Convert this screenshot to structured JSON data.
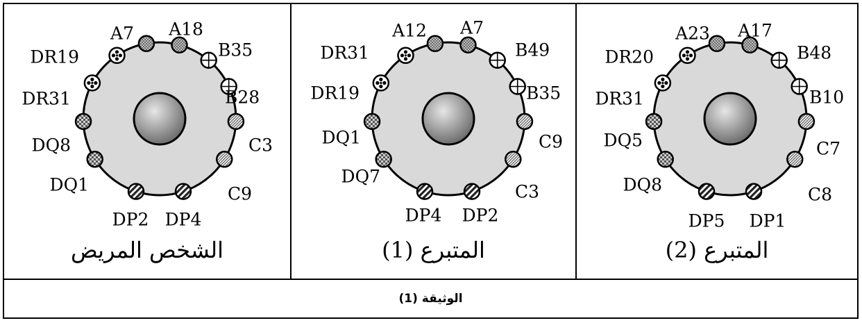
{
  "panels": [
    {
      "caption": "الشخص المريض",
      "markers": [
        {
          "label": "A7",
          "pattern": "dots"
        },
        {
          "label": "A18",
          "pattern": "dots"
        },
        {
          "label": "B35",
          "pattern": "grid"
        },
        {
          "label": "B28",
          "pattern": "grid"
        },
        {
          "label": "C3",
          "pattern": "cross"
        },
        {
          "label": "C9",
          "pattern": "cross"
        },
        {
          "label": "DP4",
          "pattern": "stripes"
        },
        {
          "label": "DP2",
          "pattern": "stripes"
        },
        {
          "label": "DQ1",
          "pattern": "checker"
        },
        {
          "label": "DQ8",
          "pattern": "checker"
        },
        {
          "label": "DR31",
          "pattern": "diamond"
        },
        {
          "label": "DR19",
          "pattern": "diamond"
        }
      ]
    },
    {
      "caption": "المتبرع (1)",
      "markers": [
        {
          "label": "A12",
          "pattern": "dots"
        },
        {
          "label": "A7",
          "pattern": "dots"
        },
        {
          "label": "B49",
          "pattern": "grid"
        },
        {
          "label": "B35",
          "pattern": "grid"
        },
        {
          "label": "C9",
          "pattern": "cross"
        },
        {
          "label": "C3",
          "pattern": "cross"
        },
        {
          "label": "DP2",
          "pattern": "stripes"
        },
        {
          "label": "DP4",
          "pattern": "stripes"
        },
        {
          "label": "DQ7",
          "pattern": "checker"
        },
        {
          "label": "DQ1",
          "pattern": "checker"
        },
        {
          "label": "DR19",
          "pattern": "diamond"
        },
        {
          "label": "DR31",
          "pattern": "diamond"
        }
      ]
    },
    {
      "caption": "المتبرع (2)",
      "markers": [
        {
          "label": "A23",
          "pattern": "dots"
        },
        {
          "label": "A17",
          "pattern": "dots"
        },
        {
          "label": "B48",
          "pattern": "grid"
        },
        {
          "label": "B10",
          "pattern": "grid"
        },
        {
          "label": "C7",
          "pattern": "cross"
        },
        {
          "label": "C8",
          "pattern": "cross"
        },
        {
          "label": "DP1",
          "pattern": "stripes"
        },
        {
          "label": "DP5",
          "pattern": "stripes"
        },
        {
          "label": "DQ8",
          "pattern": "checker"
        },
        {
          "label": "DQ5",
          "pattern": "checker"
        },
        {
          "label": "DR31",
          "pattern": "diamond"
        },
        {
          "label": "DR20",
          "pattern": "diamond"
        }
      ]
    }
  ],
  "footer": {
    "title": "الوثيقة (1)"
  },
  "colors": {
    "cell_fill": "#d9d9d9",
    "nucleus_light": "#e6e6e6",
    "nucleus_dark": "#6e6e6e",
    "line": "#000000"
  }
}
